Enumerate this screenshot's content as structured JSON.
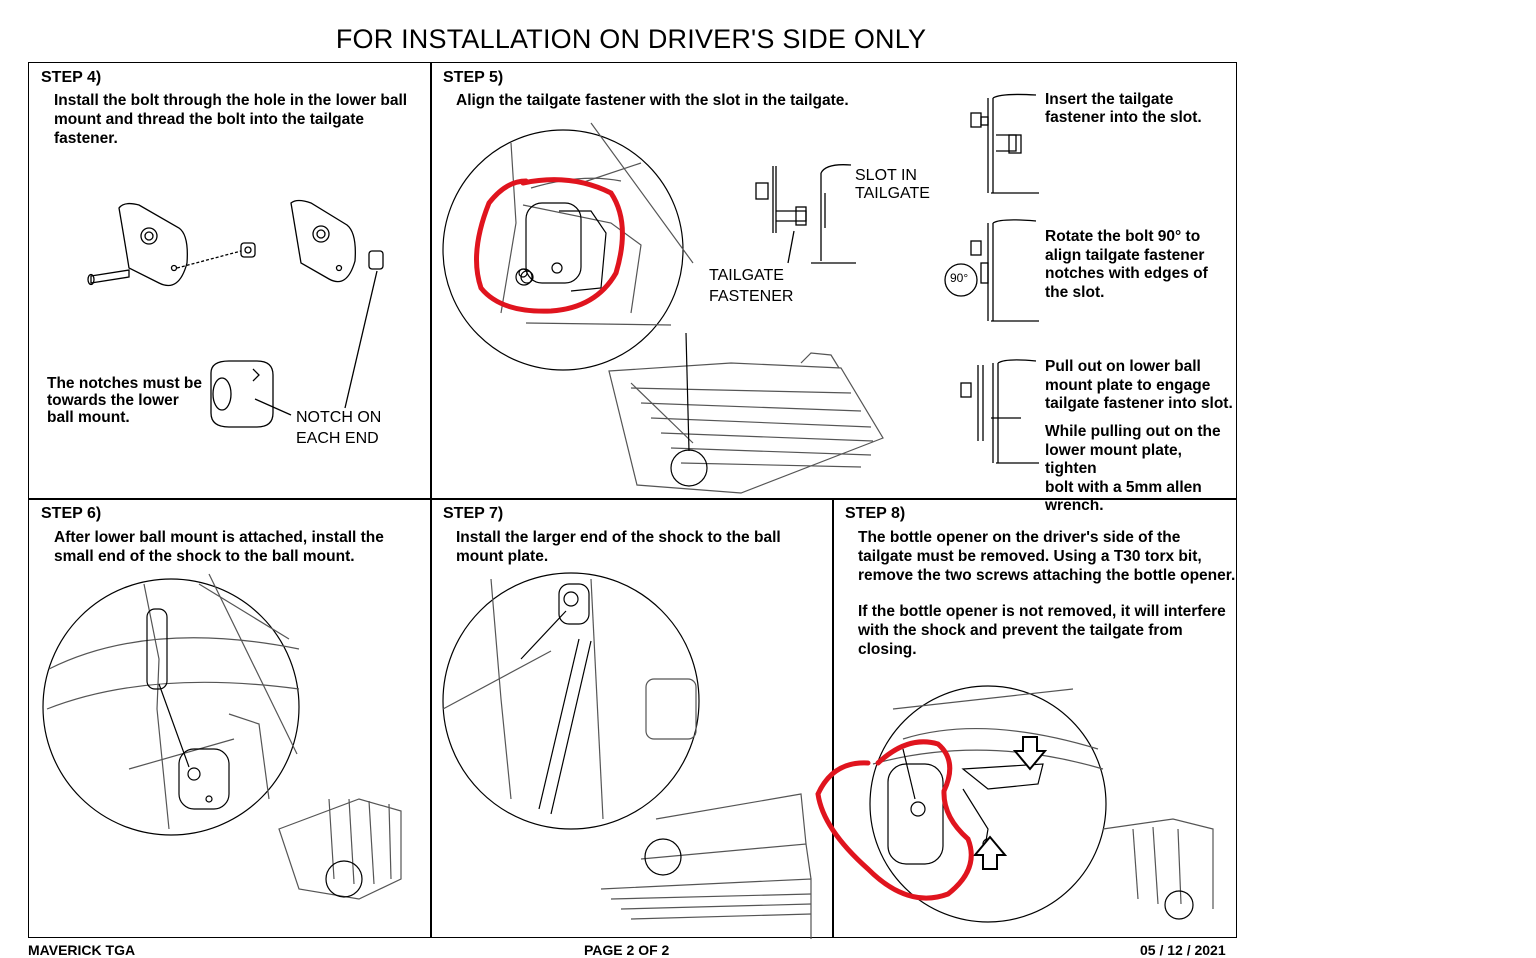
{
  "page_title": "FOR INSTALLATION ON DRIVER'S SIDE ONLY",
  "step4": {
    "heading": "STEP 4)",
    "text_lines": [
      "Install the bolt through the hole in the lower ball",
      "mount and thread the bolt into the tailgate fastener."
    ],
    "note_lines": [
      "The notches must be",
      "towards the lower",
      "ball mount."
    ],
    "notch_label_lines": [
      "NOTCH ON",
      "EACH END"
    ]
  },
  "step5": {
    "heading": "STEP 5)",
    "text": "Align the tailgate fastener with the slot in the tailgate.",
    "slot_label_lines": [
      "SLOT IN",
      "TAILGATE"
    ],
    "fastener_label_lines": [
      "TAILGATE",
      "FASTENER"
    ],
    "insert_lines": [
      "Insert the tailgate",
      "fastener into the slot."
    ],
    "rotate_lines": [
      "Rotate the bolt 90° to",
      "align tailgate fastener",
      "notches with edges of",
      "the slot."
    ],
    "rotate_badge": "90°",
    "pull_lines": [
      "Pull out on lower ball",
      "mount plate to engage",
      "tailgate fastener into slot."
    ],
    "tighten_lines": [
      "While pulling out on the",
      "lower mount plate, tighten",
      "bolt with a 5mm allen wrench."
    ]
  },
  "step6": {
    "heading": "STEP 6)",
    "text_lines": [
      "After lower ball mount is attached, install the",
      "small end of the shock to the ball mount."
    ]
  },
  "step7": {
    "heading": "STEP 7)",
    "text_lines": [
      "Install the larger end of the shock to the ball",
      "mount plate."
    ]
  },
  "step8": {
    "heading": "STEP 8)",
    "text_lines": [
      "The bottle opener on the driver's side of the",
      "tailgate must be removed.  Using a T30 torx bit,",
      "remove the two screws attaching the bottle opener."
    ],
    "warning_lines": [
      "If the bottle opener is not removed, it will interfere",
      "with the shock and prevent the tailgate from closing."
    ]
  },
  "footer": {
    "left": "MAVERICK TGA",
    "center": "PAGE 2 OF 2",
    "right": "05 / 12 / 2021"
  },
  "colors": {
    "annotation": "#e0141e",
    "line": "#000000",
    "sketch": "#555555"
  }
}
